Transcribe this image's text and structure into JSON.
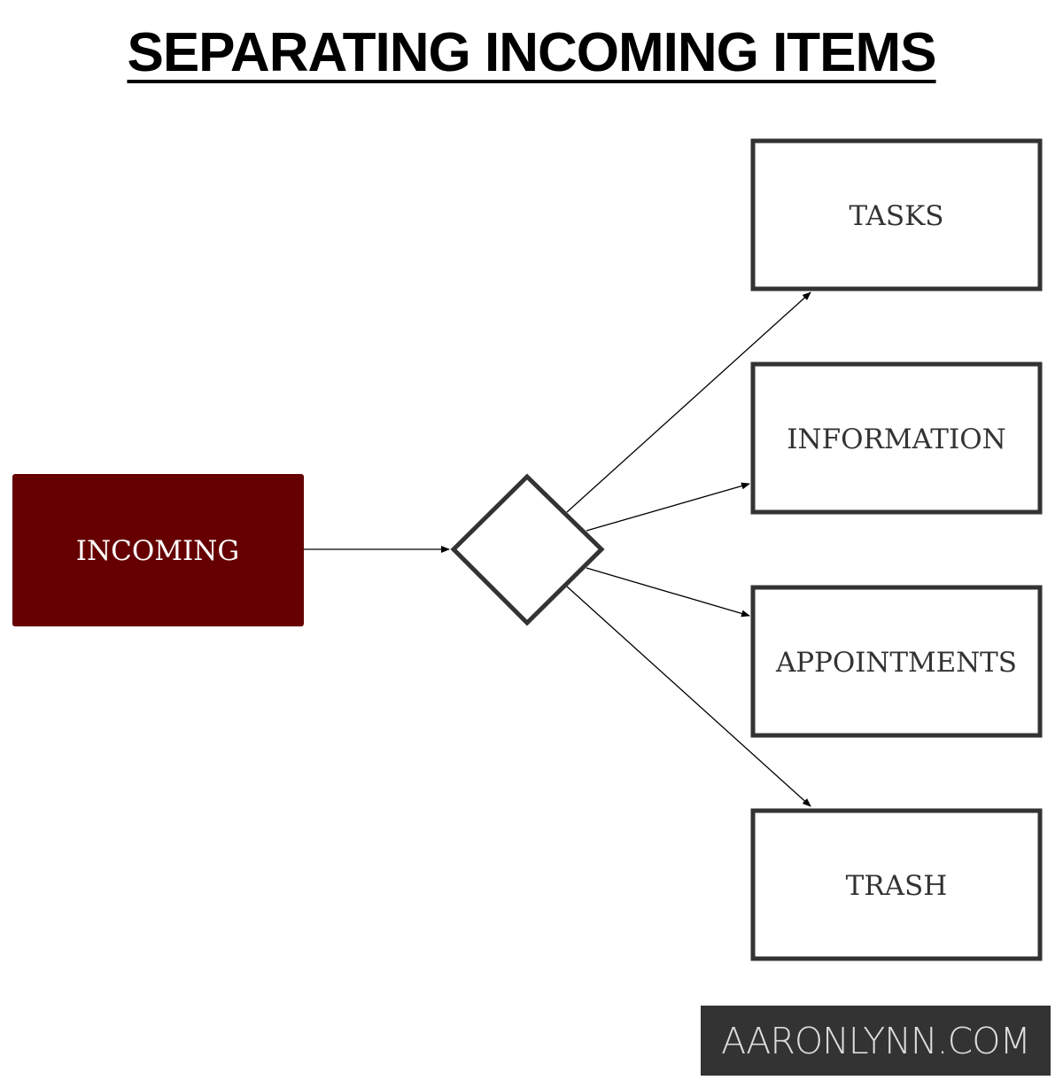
{
  "title": "SEPARATING INCOMING ITEMS",
  "source": {
    "label": "INCOMING",
    "color": "#660000"
  },
  "decision": {
    "label": ""
  },
  "targets": [
    "TASKS",
    "INFORMATION",
    "APPOINTMENTS",
    "TRASH"
  ],
  "logo": "AARONLYNN.COM",
  "colors": {
    "border": "#333333",
    "logo_bg": "#333333"
  }
}
